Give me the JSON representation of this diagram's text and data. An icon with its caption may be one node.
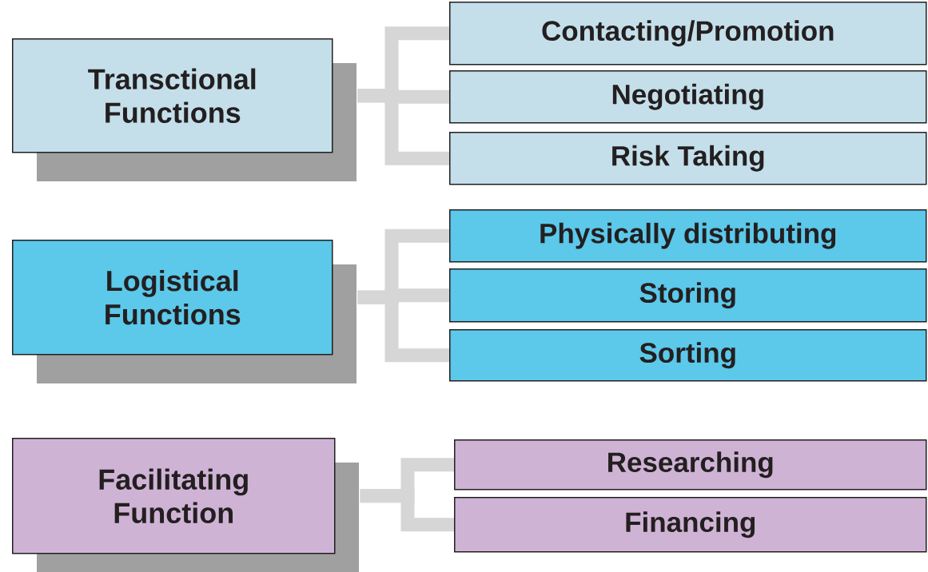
{
  "diagram": {
    "nodes": [
      {
        "text": [
          "Transctional Functions"
        ]
      },
      {
        "text": [
          "Contacting/Promotion"
        ]
      },
      {
        "text": [
          "Negotiating"
        ]
      },
      {
        "text": [
          "Risk Taking"
        ]
      },
      {
        "text": [
          "Logistical Functions"
        ]
      },
      {
        "text": [
          "Physically distributing"
        ]
      },
      {
        "text": [
          "Storing"
        ]
      },
      {
        "text": [
          "Sorting"
        ]
      },
      {
        "text": [
          "Facilitating Function"
        ]
      },
      {
        "text": [
          "Researching"
        ]
      },
      {
        "text": [
          "Financing"
        ]
      }
    ],
    "edges": [
      {
        "from": 0,
        "to": 1,
        "arrow": "none"
      },
      {
        "from": 0,
        "to": 2,
        "arrow": "none"
      },
      {
        "from": 0,
        "to": 3,
        "arrow": "none"
      },
      {
        "from": 4,
        "to": 5,
        "arrow": "none"
      },
      {
        "from": 4,
        "to": 6,
        "arrow": "none"
      },
      {
        "from": 4,
        "to": 7,
        "arrow": "none"
      },
      {
        "from": 8,
        "to": 9,
        "arrow": "none"
      },
      {
        "from": 8,
        "to": 10,
        "arrow": "none"
      }
    ]
  }
}
